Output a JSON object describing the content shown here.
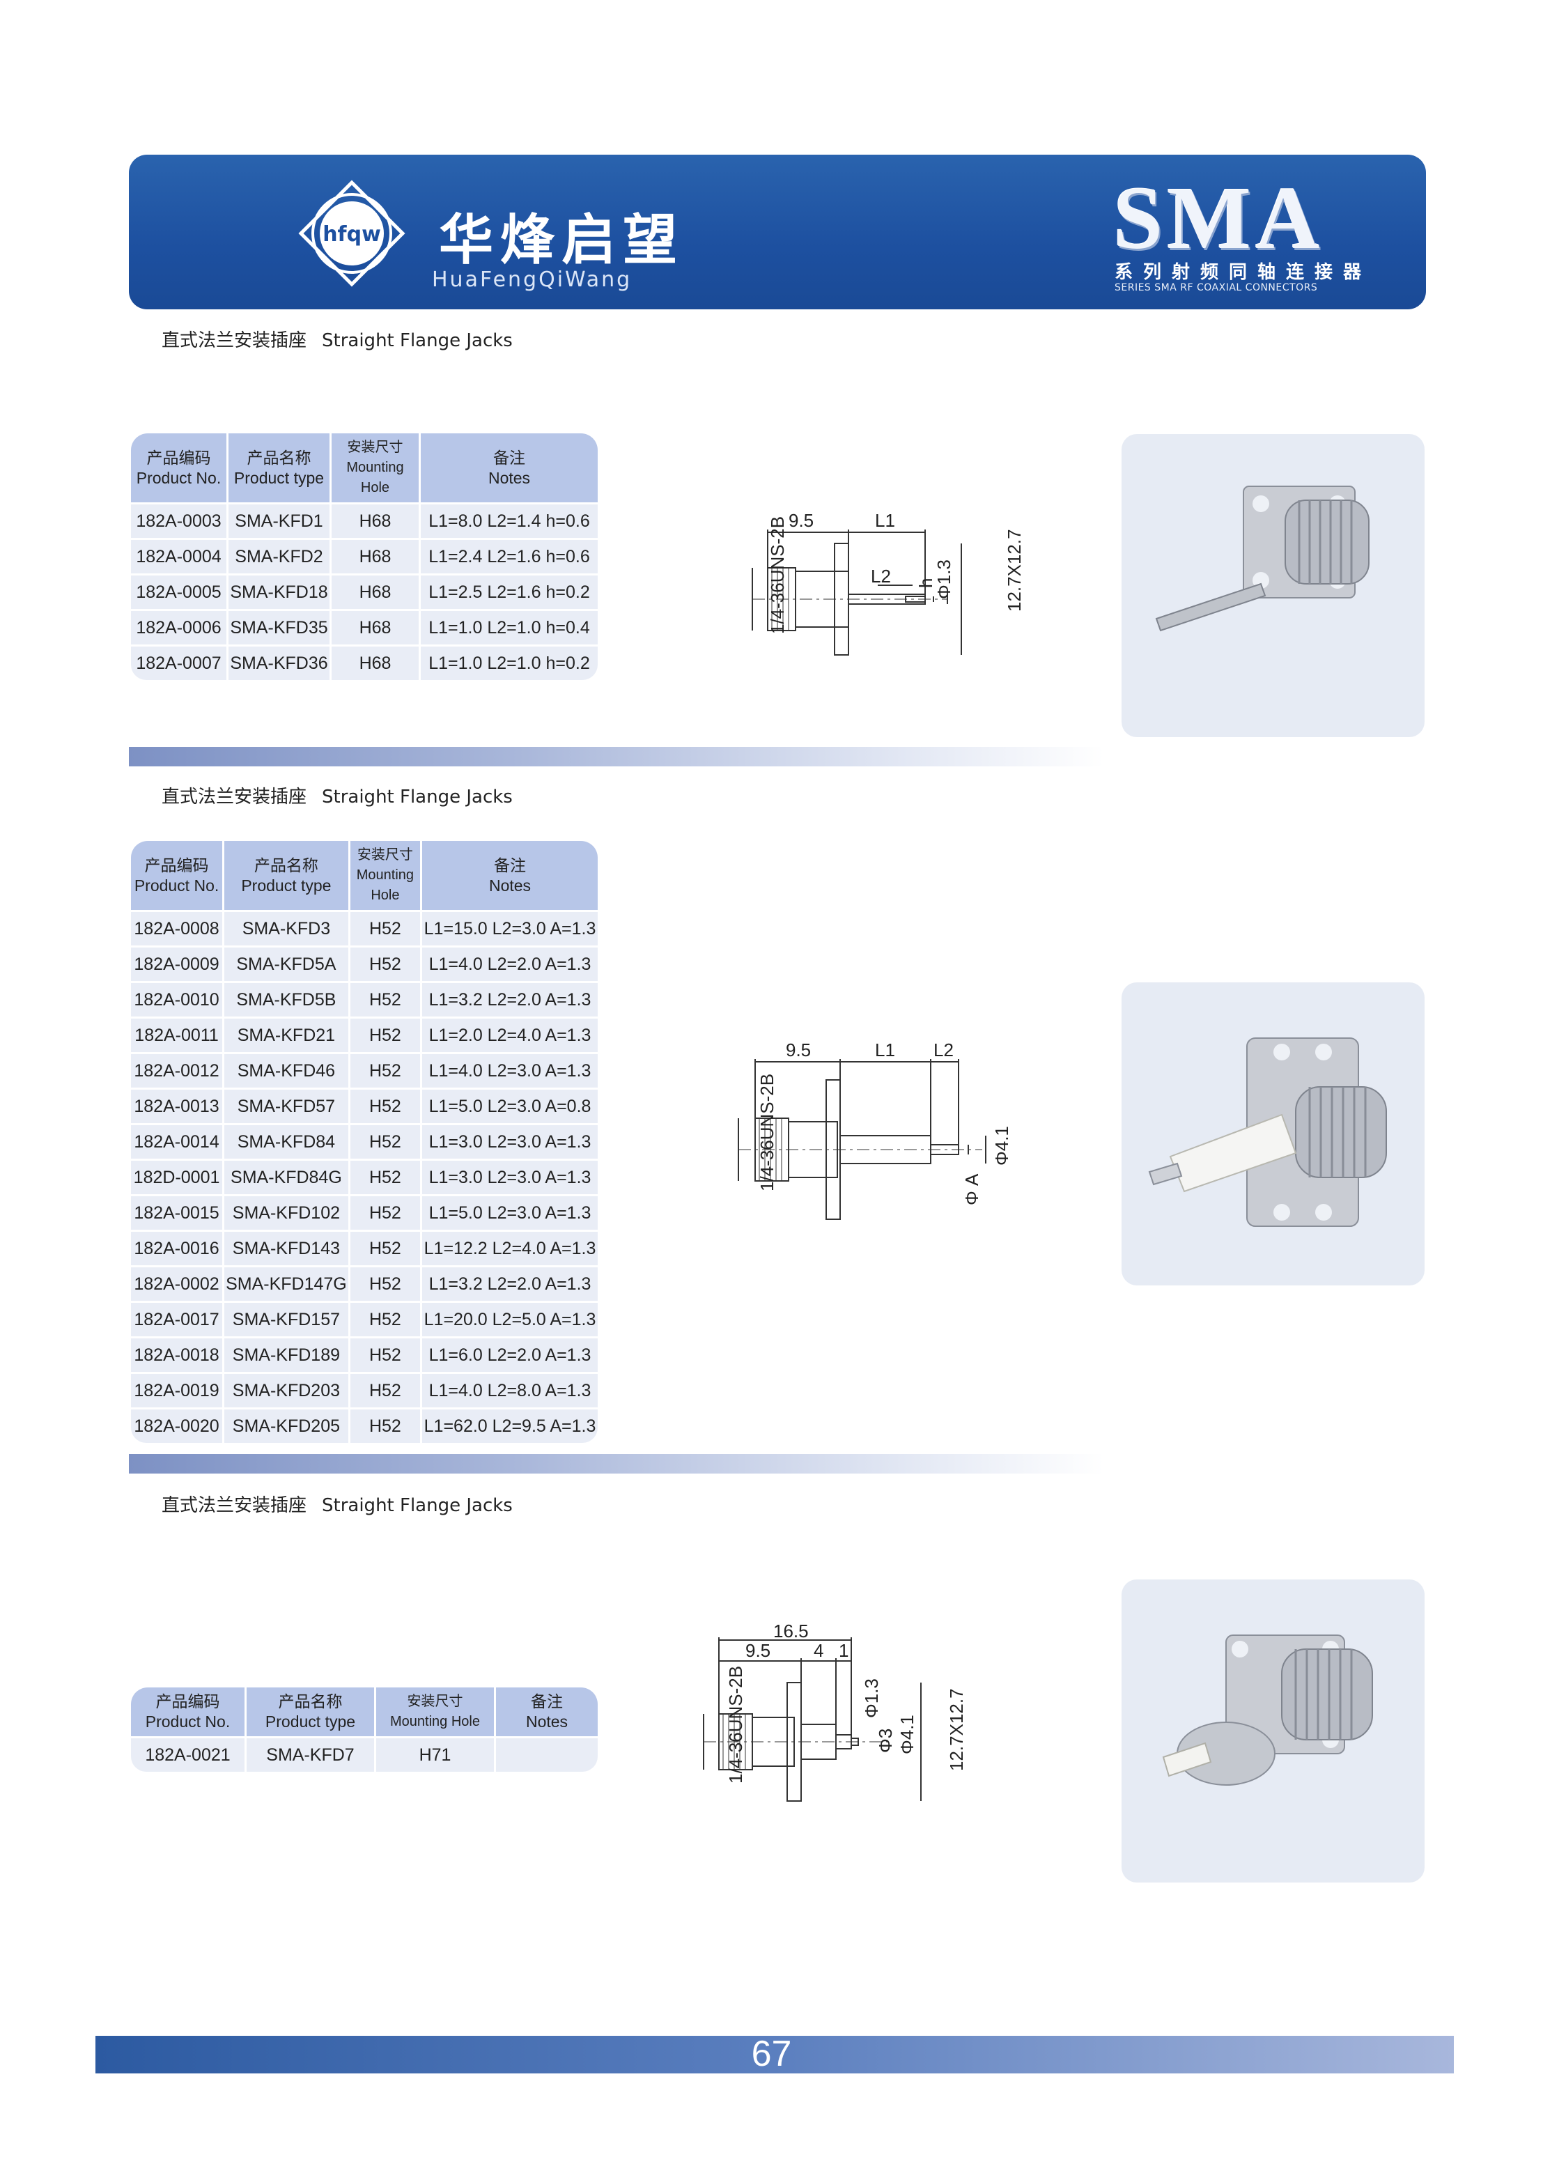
{
  "header": {
    "logo_text": "hfqw",
    "brand_cn": "华烽启望",
    "brand_en": "HuaFengQiWang",
    "series_title": "SMA",
    "series_cn": "系列射频同轴连接器",
    "series_en": "SERIES SMA RF COAXIAL CONNECTORS"
  },
  "colors": {
    "banner_blue": "#1d50a0",
    "table_header": "#b7c6e8",
    "table_cell": "#e9edf6",
    "photo_bg": "#e6ebf4"
  },
  "columns": {
    "product_no": {
      "cn": "产品编码",
      "en": "Product No."
    },
    "product_type": {
      "cn": "产品名称",
      "en": "Product type"
    },
    "mounting_hole": {
      "cn": "安装尺寸",
      "en": "Mounting Hole"
    },
    "notes": {
      "cn": "备注",
      "en": "Notes"
    }
  },
  "sections": [
    {
      "title_cn": "直式法兰安装插座",
      "title_en": "Straight Flange Jacks",
      "rows": [
        [
          "182A-0003",
          "SMA-KFD1",
          "H68",
          "L1=8.0 L2=1.4 h=0.6"
        ],
        [
          "182A-0004",
          "SMA-KFD2",
          "H68",
          "L1=2.4 L2=1.6 h=0.6"
        ],
        [
          "182A-0005",
          "SMA-KFD18",
          "H68",
          "L1=2.5 L2=1.6 h=0.2"
        ],
        [
          "182A-0006",
          "SMA-KFD35",
          "H68",
          "L1=1.0 L2=1.0 h=0.4"
        ],
        [
          "182A-0007",
          "SMA-KFD36",
          "H68",
          "L1=1.0 L2=1.0 h=0.2"
        ]
      ],
      "drawing_labels": {
        "a": "9.5",
        "b": "L1",
        "c": "L2",
        "d": "h",
        "e": "Φ1.3",
        "f": "12.7X12.7",
        "thread": "1/4-36UNS-2B"
      }
    },
    {
      "title_cn": "直式法兰安装插座",
      "title_en": "Straight Flange Jacks",
      "rows": [
        [
          "182A-0008",
          "SMA-KFD3",
          "H52",
          "L1=15.0 L2=3.0 A=1.3"
        ],
        [
          "182A-0009",
          "SMA-KFD5A",
          "H52",
          "L1=4.0 L2=2.0 A=1.3"
        ],
        [
          "182A-0010",
          "SMA-KFD5B",
          "H52",
          "L1=3.2 L2=2.0 A=1.3"
        ],
        [
          "182A-0011",
          "SMA-KFD21",
          "H52",
          "L1=2.0 L2=4.0 A=1.3"
        ],
        [
          "182A-0012",
          "SMA-KFD46",
          "H52",
          "L1=4.0 L2=3.0 A=1.3"
        ],
        [
          "182A-0013",
          "SMA-KFD57",
          "H52",
          "L1=5.0 L2=3.0 A=0.8"
        ],
        [
          "182A-0014",
          "SMA-KFD84",
          "H52",
          "L1=3.0 L2=3.0 A=1.3"
        ],
        [
          "182D-0001",
          "SMA-KFD84G",
          "H52",
          "L1=3.0 L2=3.0 A=1.3"
        ],
        [
          "182A-0015",
          "SMA-KFD102",
          "H52",
          "L1=5.0 L2=3.0 A=1.3"
        ],
        [
          "182A-0016",
          "SMA-KFD143",
          "H52",
          "L1=12.2 L2=4.0 A=1.3"
        ],
        [
          "182A-0002",
          "SMA-KFD147G",
          "H52",
          "L1=3.2 L2=2.0 A=1.3"
        ],
        [
          "182A-0017",
          "SMA-KFD157",
          "H52",
          "L1=20.0 L2=5.0 A=1.3"
        ],
        [
          "182A-0018",
          "SMA-KFD189",
          "H52",
          "L1=6.0 L2=2.0 A=1.3"
        ],
        [
          "182A-0019",
          "SMA-KFD203",
          "H52",
          "L1=4.0 L2=8.0 A=1.3"
        ],
        [
          "182A-0020",
          "SMA-KFD205",
          "H52",
          "L1=62.0 L2=9.5 A=1.3"
        ]
      ],
      "drawing_labels": {
        "a": "9.5",
        "b": "L1",
        "c": "L2",
        "e": "Φ4.1",
        "f": "Φ A",
        "thread": "1/4-36UNS-2B"
      }
    },
    {
      "title_cn": "直式法兰安装插座",
      "title_en": "Straight Flange Jacks",
      "rows": [
        [
          "182A-0021",
          "SMA-KFD7",
          "H71",
          ""
        ]
      ],
      "drawing_labels": {
        "total": "16.5",
        "a": "9.5",
        "b": "4",
        "c": "1",
        "e": "Φ1.3",
        "g": "Φ3",
        "h": "Φ4.1",
        "f": "12.7X12.7",
        "thread": "1/4-36UNS-2B"
      }
    }
  ],
  "page_number": "67"
}
